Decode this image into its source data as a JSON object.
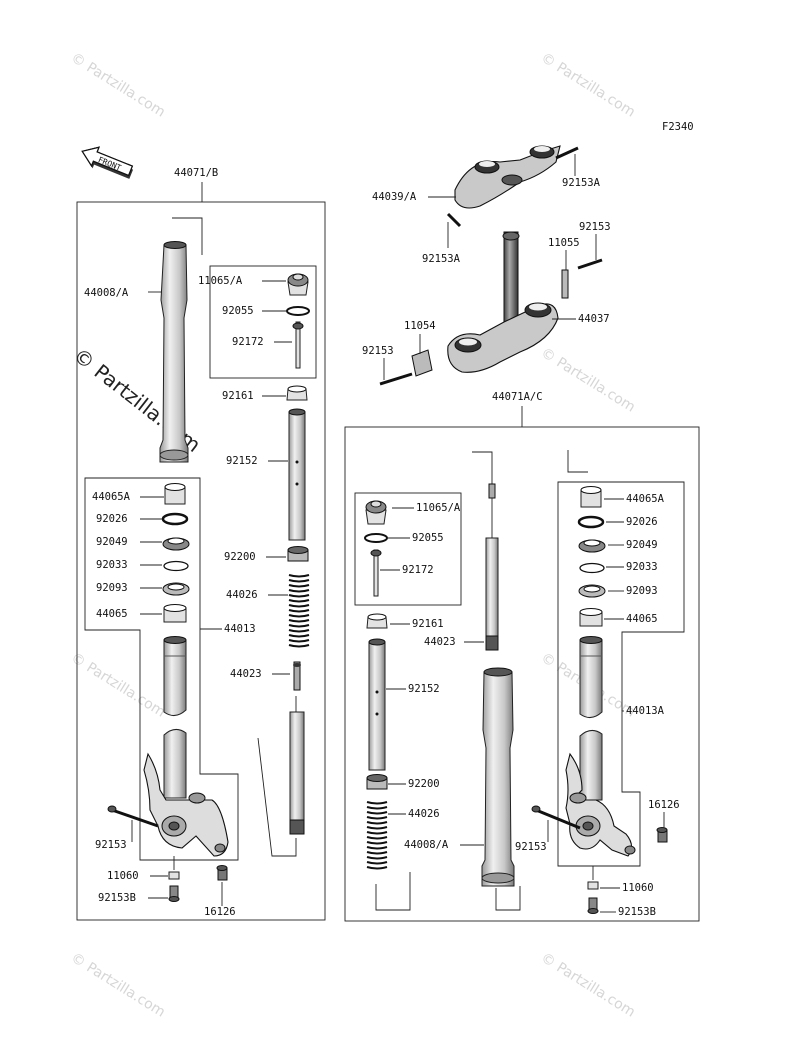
{
  "figure_code": "F2340",
  "front_label": "FRONT",
  "watermark_small": "© Partzilla.com",
  "watermark_large": "© Partzilla.com",
  "labels": {
    "l44071B": "44071/B",
    "l44008A_left": "44008/A",
    "l11065A_left": "11065/A",
    "l92055_left": "92055",
    "l92172_left": "92172",
    "l92161_left": "92161",
    "l92152_left": "92152",
    "l44065A_left": "44065A",
    "l92026_left": "92026",
    "l92049_left": "92049",
    "l92033_left": "92033",
    "l92093_left": "92093",
    "l44065_left": "44065",
    "l92200_left": "92200",
    "l44026_left": "44026",
    "l44013": "44013",
    "l44023_left": "44023",
    "l92153_left": "92153",
    "l11060_left": "11060",
    "l92153B_left": "92153B",
    "l16126_left": "16126",
    "l44039A": "44039/A",
    "l92153A_top": "92153A",
    "l92153A_mid": "92153A",
    "l92153_topright": "92153",
    "l11055": "11055",
    "l44037": "44037",
    "l11054": "11054",
    "l92153_clamp": "92153",
    "l44071AC": "44071A/C",
    "l11065A_right": "11065/A",
    "l92055_right": "92055",
    "l92172_right": "92172",
    "l92161_right": "92161",
    "l44023_right": "44023",
    "l92152_right": "92152",
    "l92200_right": "92200",
    "l44026_right": "44026",
    "l44008A_right": "44008/A",
    "l92153_right": "92153",
    "l44065A_right": "44065A",
    "l92026_right": "92026",
    "l92049_right": "92049",
    "l92033_right": "92033",
    "l92093_right": "92093",
    "l44065_right": "44065",
    "l44013A": "44013A",
    "l16126_right": "16126",
    "l11060_right": "11060",
    "l92153B_right": "92153B"
  }
}
